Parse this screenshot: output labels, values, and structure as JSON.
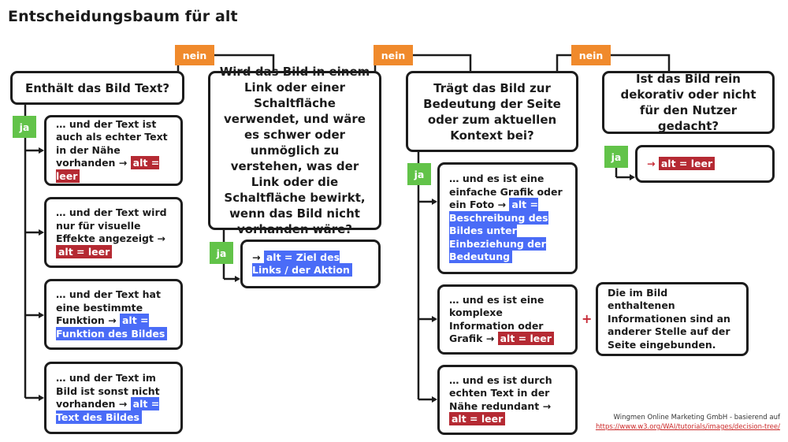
{
  "title": "Entscheidungsbaum für alt",
  "labels": {
    "nein": "nein",
    "ja": "ja",
    "plus": "+"
  },
  "questions": [
    {
      "text": "Enthält das Bild Text?"
    },
    {
      "text": "Wird das Bild in einem Link oder einer Schaltfläche verwendet, und wäre es schwer oder unmöglich zu verstehen, was der Link oder die Schaltfläche bewirkt, wenn das Bild nicht vorhanden wäre?"
    },
    {
      "text": "Trägt das Bild zur Bedeutung der Seite oder zum aktuellen Kontext bei?"
    },
    {
      "text": "Ist das Bild rein dekorativ oder nicht für den Nutzer gedacht?"
    }
  ],
  "col1": [
    {
      "text": "… und der Text ist auch als echter Text in der Nähe vorhanden →",
      "alt": "alt = leer"
    },
    {
      "text": "… und der Text wird nur für visuelle Effekte angezeigt →",
      "alt": "alt = leer"
    },
    {
      "text": "… und der Text hat eine bestimmte Funktion →",
      "alt": "alt = Funktion des Bildes"
    },
    {
      "text": "… und der Text im Bild ist sonst nicht vorhanden →",
      "alt": "alt = Text des Bildes"
    }
  ],
  "col2": [
    {
      "text": "→",
      "alt": "alt = Ziel des Links / der Aktion"
    }
  ],
  "col3": [
    {
      "text": "… und es ist eine einfache Grafik oder ein Foto →",
      "alt": "alt = Beschreibung des Bildes unter Einbeziehung der Bedeutung"
    },
    {
      "text": "… und es ist eine komplexe Information oder Grafik →",
      "alt": "alt = leer"
    },
    {
      "text": "… und es ist durch echten Text in der Nähe redundant →",
      "alt": "alt = leer"
    }
  ],
  "col4": [
    {
      "text": "→",
      "alt": "alt = leer"
    }
  ],
  "extra_note": "Die im Bild enthaltenen Informationen sind an anderer Stelle auf der Seite eingebunden.",
  "credit": {
    "line1": "Wingmen Online Marketing GmbH - basierend auf",
    "link": "https://www.w3.org/WAI/tutorials/images/decision-tree/"
  },
  "colors": {
    "nein": "#f08a2c",
    "ja": "#62c349",
    "alt_empty": "#b52a33",
    "alt_text": "#4a6cf7"
  }
}
